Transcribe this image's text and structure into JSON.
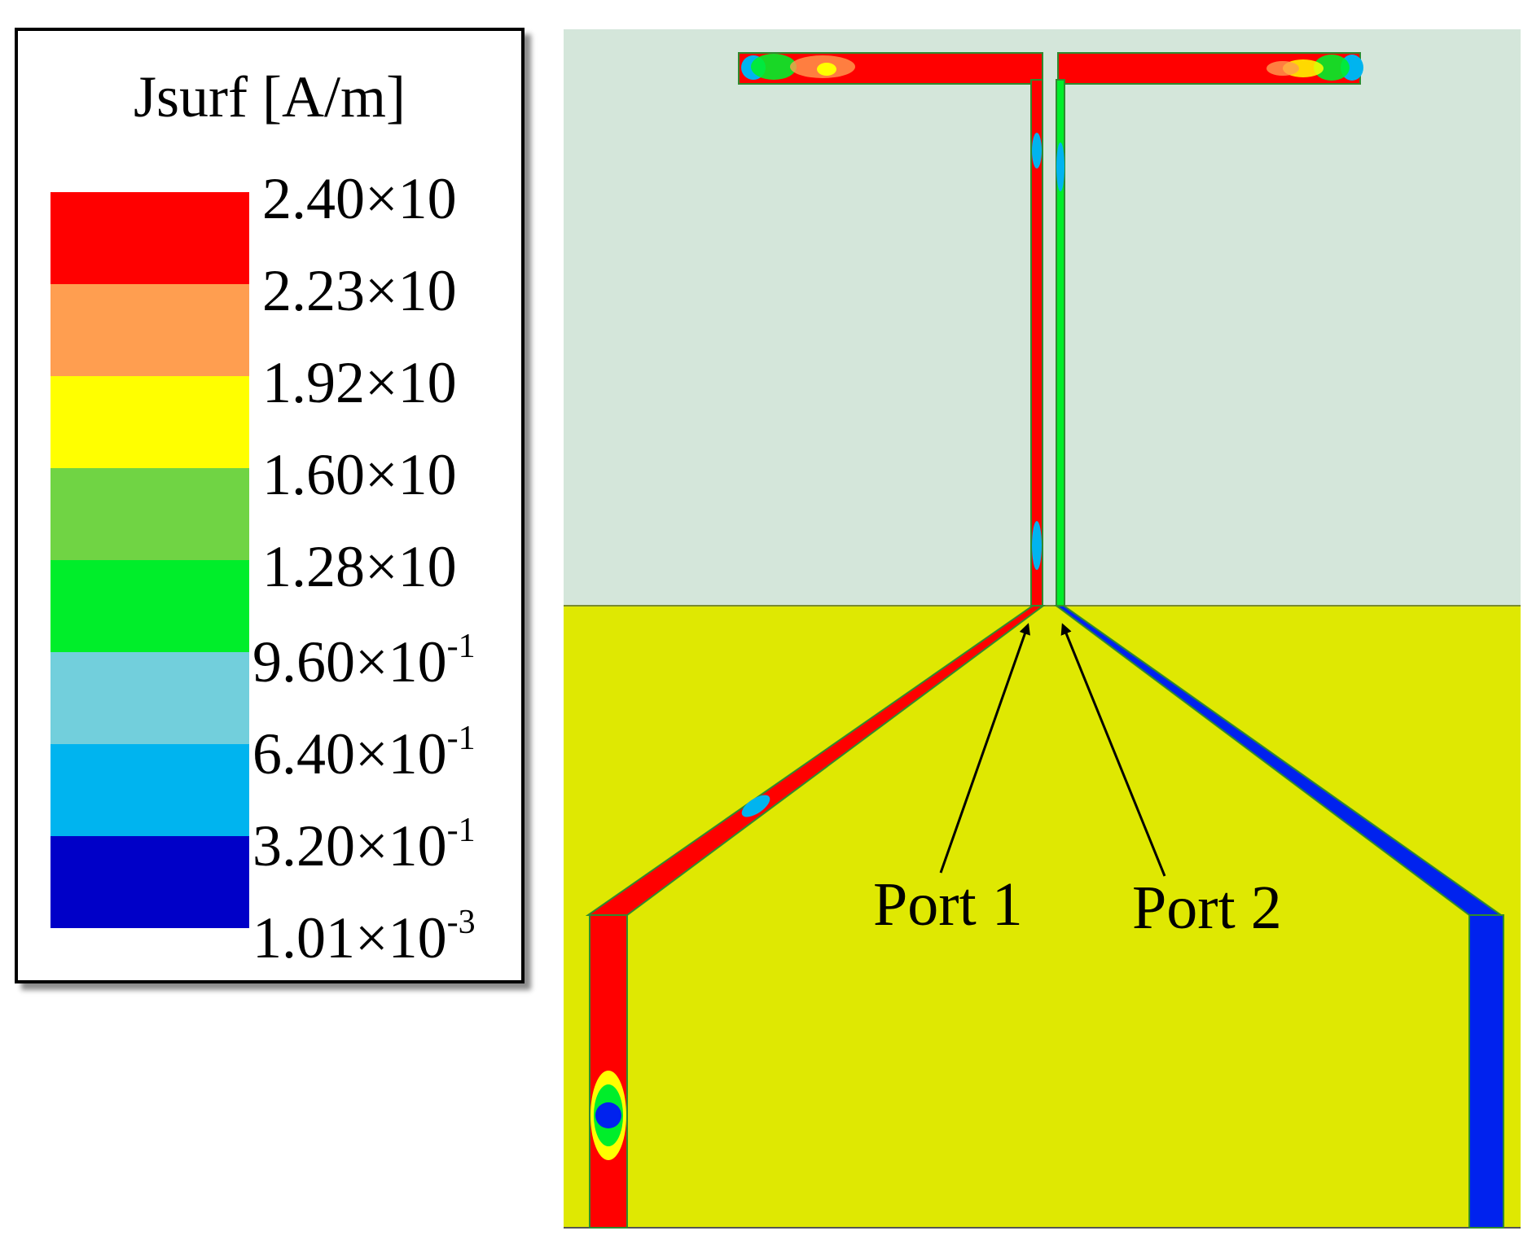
{
  "legend": {
    "title": "Jsurf  [A/m]",
    "ticks": [
      {
        "mantissa": "2.40×10",
        "exp": ""
      },
      {
        "mantissa": "2.23×10",
        "exp": ""
      },
      {
        "mantissa": "1.92×10",
        "exp": ""
      },
      {
        "mantissa": "1.60×10",
        "exp": ""
      },
      {
        "mantissa": "1.28×10",
        "exp": ""
      },
      {
        "mantissa": "9.60×10",
        "exp": "-1"
      },
      {
        "mantissa": "6.40×10",
        "exp": "-1"
      },
      {
        "mantissa": "3.20×10",
        "exp": "-1"
      },
      {
        "mantissa": "1.01×10",
        "exp": "-3"
      }
    ],
    "colors": [
      "#ff0000",
      "#ff9e50",
      "#ffff00",
      "#70d444",
      "#00ee2a",
      "#72cfdc",
      "#00b4ef",
      "#0000c8"
    ]
  },
  "ports": {
    "port1_label": "Port 1",
    "port2_label": "Port 2"
  },
  "colors": {
    "substrate_upper": "#d4e6da",
    "substrate_lower": "#dfe802",
    "high_current": "#ff0000",
    "low_current": "#0022ee",
    "outline": "#2f8a2f"
  }
}
